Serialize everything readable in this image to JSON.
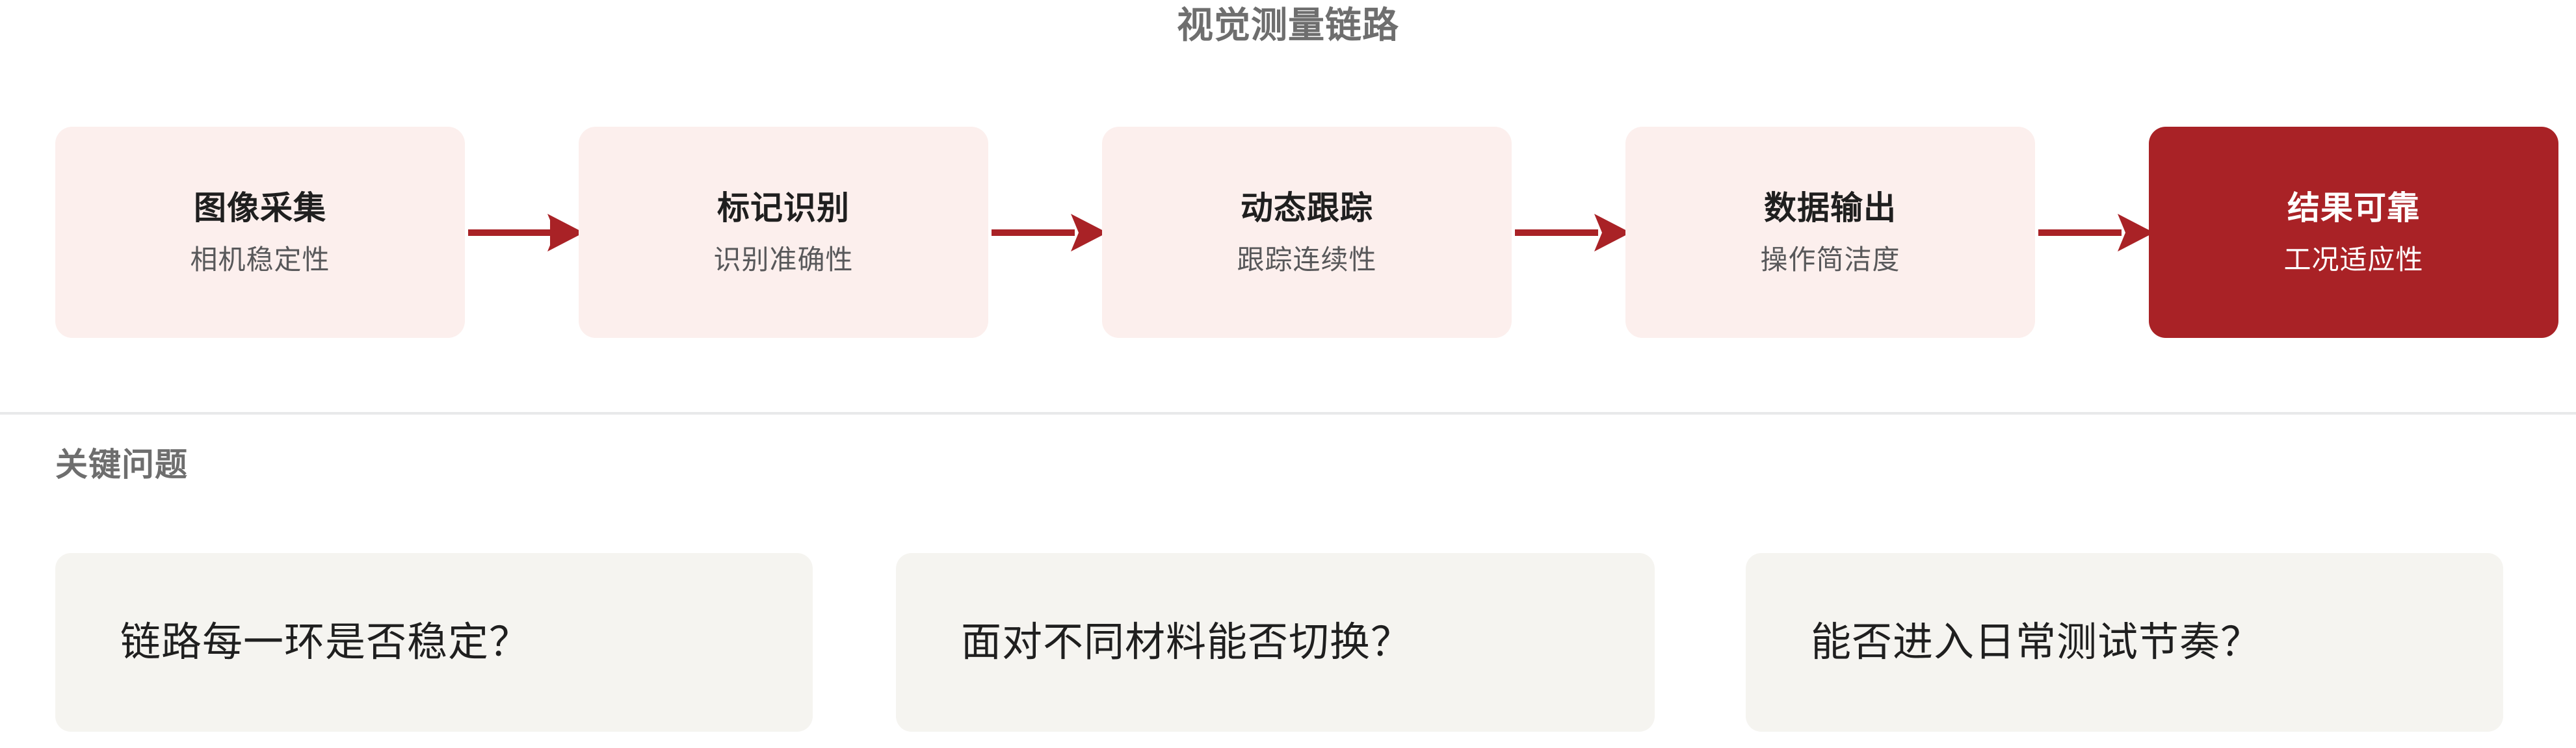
{
  "title": "视觉测量链路",
  "colors": {
    "title_gray": "#6E6E6E",
    "card_bg": "#FCEFED",
    "card_highlight_bg": "#A92226",
    "arrow_red": "#A92226",
    "question_bg": "#F5F4F0",
    "divider": "#E8E9EA",
    "text_dark": "#1F1F1F",
    "text_sub_gray": "#58585A"
  },
  "pipeline": {
    "arrow_icon": "arrow-right-icon",
    "stages": [
      {
        "title": "图像采集",
        "subtitle": "相机稳定性",
        "highlight": false
      },
      {
        "title": "标记识别",
        "subtitle": "识别准确性",
        "highlight": false
      },
      {
        "title": "动态跟踪",
        "subtitle": "跟踪连续性",
        "highlight": false
      },
      {
        "title": "数据输出",
        "subtitle": "操作简洁度",
        "highlight": false
      },
      {
        "title": "结果可靠",
        "subtitle": "工况适应性",
        "highlight": true
      }
    ]
  },
  "questions": {
    "heading": "关键问题",
    "items": [
      {
        "text": "链路每一环是否稳定？"
      },
      {
        "text": "面对不同材料能否切换？"
      },
      {
        "text": "能否进入日常测试节奏？"
      }
    ]
  },
  "chart_data": {
    "type": "diagram",
    "title": "视觉测量链路",
    "layout": "horizontal-flow-with-arrows",
    "nodes": [
      {
        "index": 0,
        "label": "图像采集",
        "caption": "相机稳定性",
        "emphasis": "normal"
      },
      {
        "index": 1,
        "label": "标记识别",
        "caption": "识别准确性",
        "emphasis": "normal"
      },
      {
        "index": 2,
        "label": "动态跟踪",
        "caption": "跟踪连续性",
        "emphasis": "normal"
      },
      {
        "index": 3,
        "label": "数据输出",
        "caption": "操作简洁度",
        "emphasis": "normal"
      },
      {
        "index": 4,
        "label": "结果可靠",
        "caption": "工况适应性",
        "emphasis": "highlight"
      }
    ],
    "edges": [
      {
        "from": 0,
        "to": 1,
        "style": "arrow"
      },
      {
        "from": 1,
        "to": 2,
        "style": "arrow"
      },
      {
        "from": 2,
        "to": 3,
        "style": "arrow"
      },
      {
        "from": 3,
        "to": 4,
        "style": "arrow"
      }
    ],
    "sections": [
      {
        "heading": "关键问题",
        "items": [
          "链路每一环是否稳定？",
          "面对不同材料能否切换？",
          "能否进入日常测试节奏？"
        ]
      }
    ]
  }
}
